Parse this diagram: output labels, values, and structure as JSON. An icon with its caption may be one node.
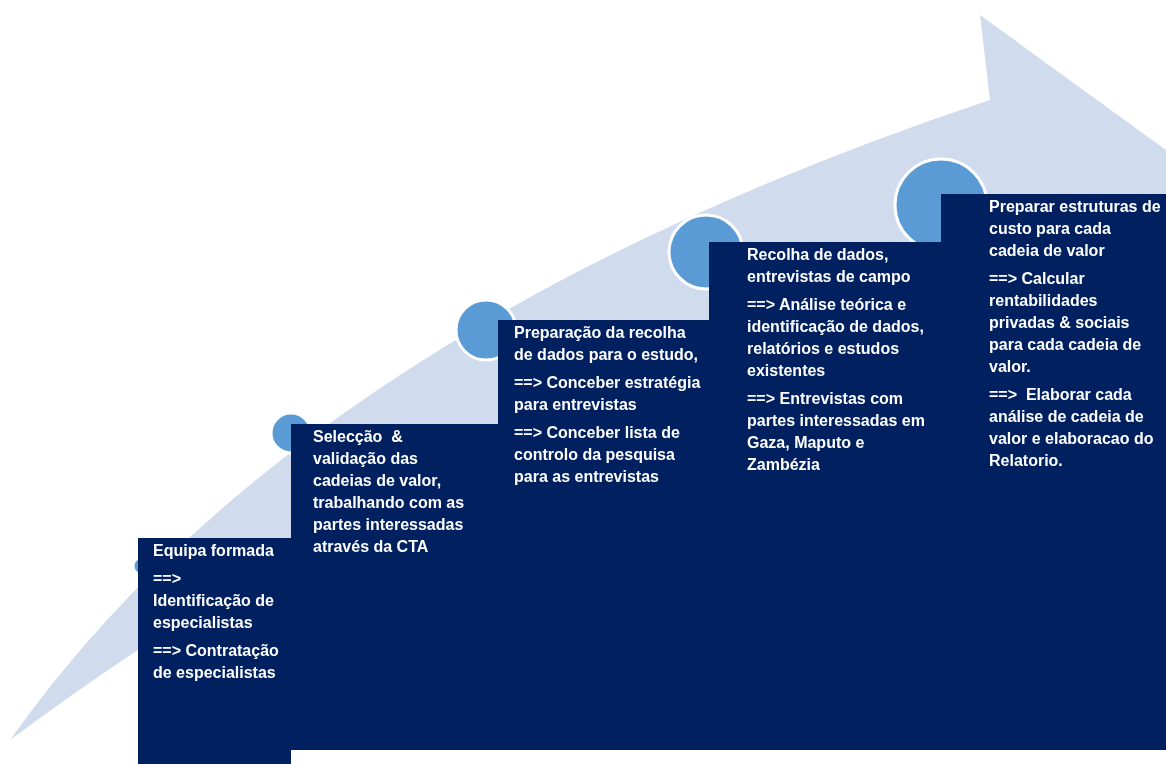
{
  "diagram": {
    "nodes": [
      {
        "text": [
          "Equipa formada",
          "==> Identificação de especialistas",
          "==> Contratação de especialistas"
        ]
      },
      {
        "text": [
          "Selecção  & validação das cadeias de valor, trabalhando com as partes interessadas através da CTA"
        ]
      },
      {
        "text": [
          "Preparação da recolha de dados para o estudo,",
          "==> Conceber estratégia para entrevistas",
          "==> Conceber lista de controlo da pesquisa para as entrevistas"
        ]
      },
      {
        "text": [
          "Recolha de dados, entrevistas de campo",
          "==> Análise teórica e identificação de dados, relatórios e estudos existentes",
          "==> Entrevistas com partes interessadas em Gaza, Maputo e Zambézia"
        ]
      },
      {
        "text": [
          "Preparar estruturas de custo para cada cadeia de valor",
          "==> Calcular rentabilidades privadas & sociais para cada cadeia de valor.",
          "==>  Elaborar cada análise de cadeia de valor e elaboracao do Relatorio."
        ]
      }
    ]
  }
}
